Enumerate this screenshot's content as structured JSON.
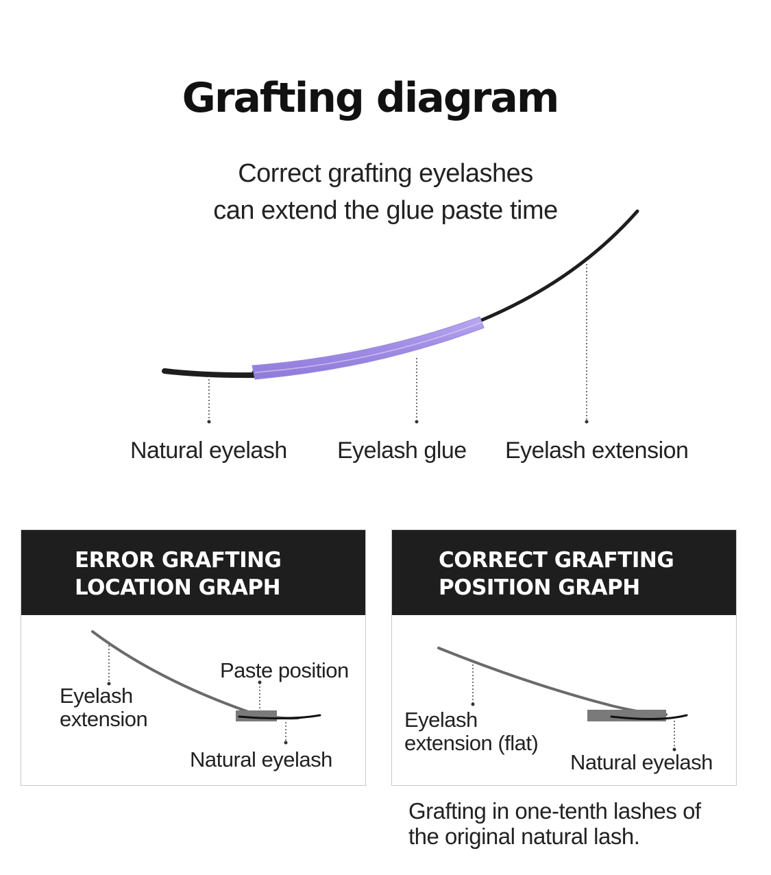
{
  "title": "Grafting diagram",
  "subtitle": "Correct grafting eyelashes\ncan extend the glue paste time",
  "main_labels": {
    "natural": "Natural eyelash",
    "glue": "Eyelash glue",
    "extension": "Eyelash extension"
  },
  "colors": {
    "glue": "#a593e6",
    "lash": "#222222",
    "header": "#1e1e1e"
  },
  "panels": [
    {
      "header": "ERROR GRAFTING\nLOCATION GRAPH",
      "label_extension": "Eyelash\nextension",
      "label_paste": "Paste position",
      "label_natural": "Natural eyelash"
    },
    {
      "header": "CORRECT GRAFTING\nPOSITION GRAPH",
      "label_extension": "Eyelash\nextension (flat)",
      "label_natural": "Natural eyelash"
    }
  ],
  "footnote": "Grafting in  one-tenth lashes of\nthe original natural lash."
}
